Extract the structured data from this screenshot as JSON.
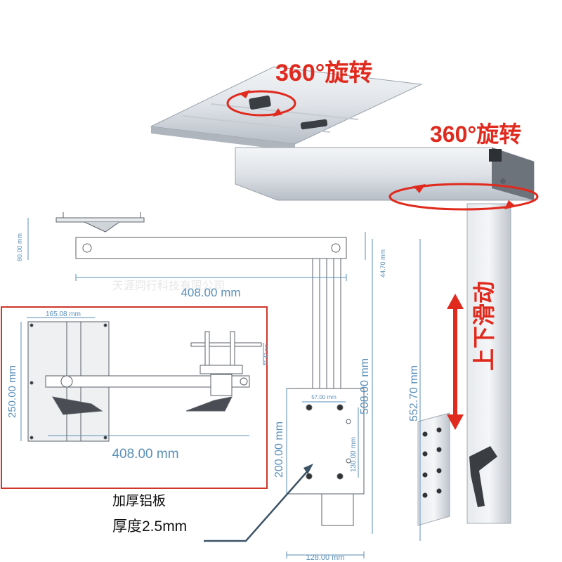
{
  "labels": {
    "rotate_top": "360°旋转",
    "rotate_right": "360°旋转",
    "slide": "上下滑动",
    "callout_line1": "加厚铝板",
    "callout_line2": "厚度2.5mm",
    "watermark": "天涯同行科技有限公司"
  },
  "dimensions": {
    "top_height": "80.00 mm",
    "arm_height": "44.70 mm",
    "arm_length": "408.00 mm",
    "inset_width": "165.08 mm",
    "inset_height": "250.00 mm",
    "inset_small": "51.42 mm",
    "inset_length": "408.00 mm",
    "total_drop": "508.00 mm",
    "right_height": "552.70 mm",
    "plate_height": "200.00 mm",
    "hole_spacing_h": "57.00 mm",
    "hole_spacing_v": "130.00 mm",
    "plate_width": "128.00 mm"
  },
  "colors": {
    "dimension": "#5a8fb8",
    "accent_red": "#e02a1e",
    "inset_border": "#d0372b",
    "aluminum": "#dfe3e8",
    "aluminum_dark": "#a9b1bb"
  }
}
